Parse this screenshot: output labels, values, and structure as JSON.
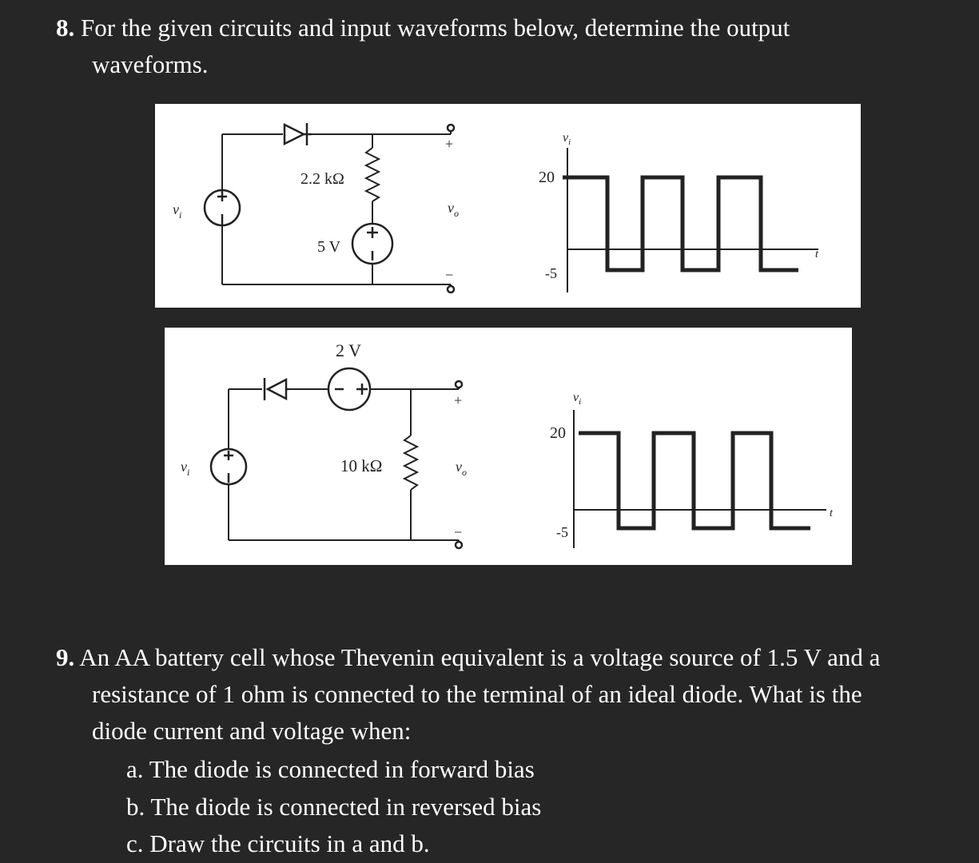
{
  "q8": {
    "num": "8.",
    "text_line1": "For the given circuits and input waveforms below, determine the output",
    "text_line2": "waveforms."
  },
  "fig1": {
    "vi": "v",
    "vi_sub": "i",
    "resistor": "2.2 kΩ",
    "source": "5 V",
    "plus": "+",
    "minus": "−",
    "vo": "v",
    "vo_sub": "o",
    "wave_vi": "v",
    "wave_vi_sub": "i",
    "high": "20",
    "low": "-5",
    "t": "t"
  },
  "fig2": {
    "vi": "v",
    "vi_sub": "i",
    "source": "2 V",
    "resistor": "10 kΩ",
    "plus": "+",
    "minus": "−",
    "vo": "v",
    "vo_sub": "o",
    "wave_vi": "v",
    "wave_vi_sub": "i",
    "high": "20",
    "low": "-5",
    "t": "t"
  },
  "q9": {
    "num": "9.",
    "line1": "An AA battery cell whose Thevenin equivalent is a voltage source of 1.5 V and a",
    "line2": "resistance of 1 ohm is connected to the terminal of an ideal diode. What is the",
    "line3": "diode current and voltage when:",
    "options": [
      "a. The diode is connected in forward bias",
      "b. The diode is connected in reversed bias",
      "c. Draw the circuits in a and b."
    ]
  }
}
